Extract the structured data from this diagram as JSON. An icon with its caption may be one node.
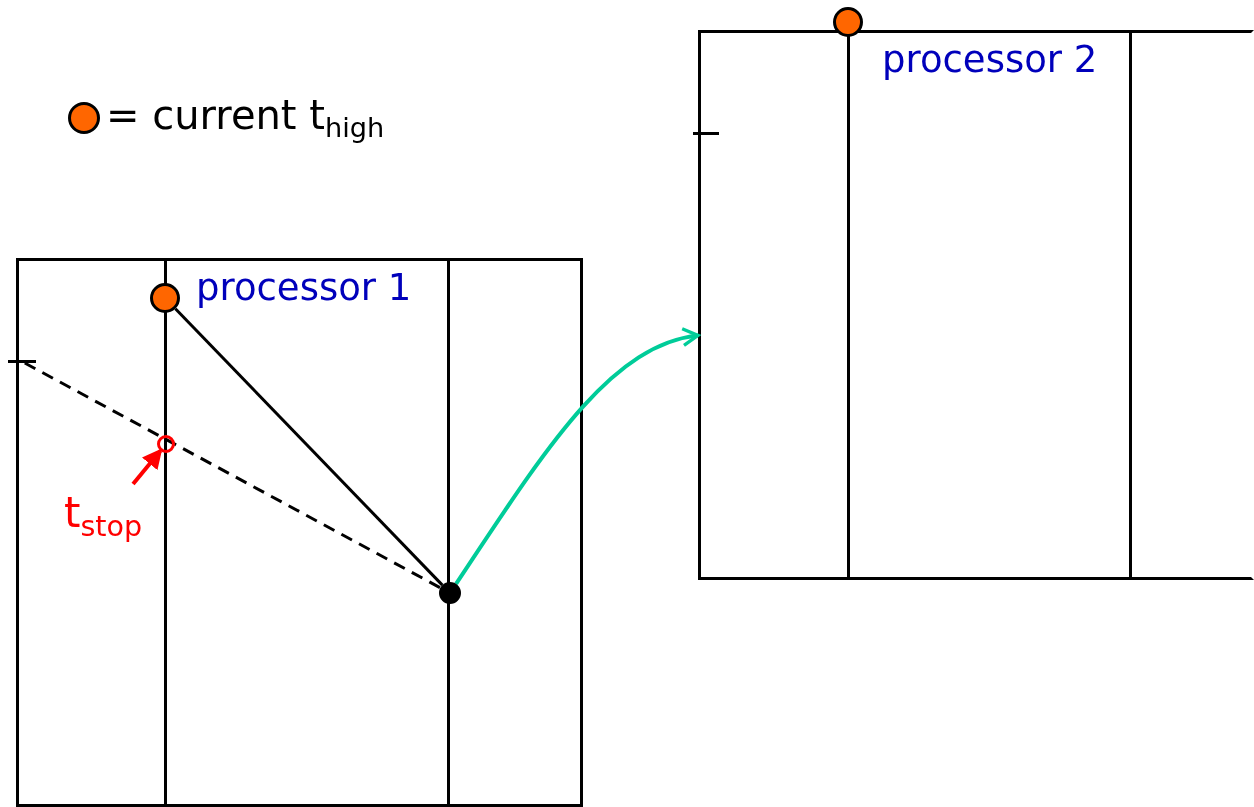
{
  "diagram": {
    "nodes": [
      {
        "text": [
          "processor 1"
        ]
      },
      {
        "text": [
          "processor 2"
        ]
      },
      {
        "text": [],
        "shape": "circle",
        "in": 0
      },
      {
        "text": [],
        "shape": "circle",
        "in": 0
      },
      {
        "text": [],
        "shape": "circle",
        "in": 0
      },
      {
        "text": [
          "t$_{stop}$"
        ],
        "in": 0
      },
      {
        "text": [],
        "shape": "circle"
      },
      {
        "text": [],
        "shape": "bar",
        "in": 0
      }
    ],
    "edges": [
      {
        "from": 2,
        "to": 3,
        "arrow": "none"
      },
      {
        "from": 7,
        "to": 3,
        "arrow": "none",
        "style": "dashed"
      },
      {
        "from": 5,
        "to": 4,
        "arrow": "to",
        "color": "#ff0000"
      },
      {
        "from": 3,
        "to": 1,
        "arrow": "to",
        "color": "#00cc99"
      }
    ],
    "legend": [
      {
        "text": "= current t$_{high}$"
      }
    ]
  }
}
